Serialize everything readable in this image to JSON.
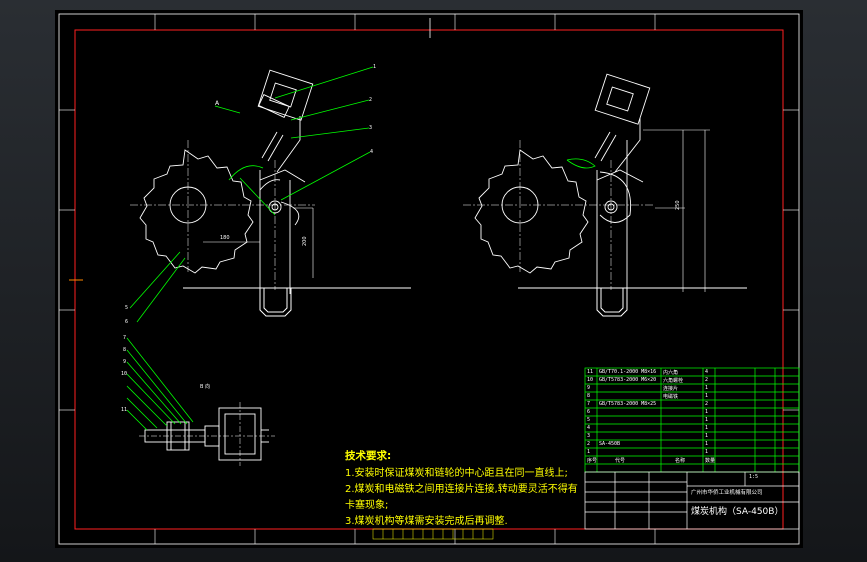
{
  "colors": {
    "background": "#000000",
    "frame": "#ffffff",
    "border_red": "#ff2020",
    "green": "#00ff00",
    "yellow": "#ffff00",
    "dim": "#ffffff"
  },
  "view_labels": {
    "detail_view": "B 向",
    "arrow_label": "A"
  },
  "dimensions": {
    "left_horizontal": "180",
    "left_vertical": "200",
    "right_vertical": "250"
  },
  "technical_notes": {
    "heading": "技术要求:",
    "lines": [
      "1.安装时保证煤炭和链轮的中心距且在同一直线上;",
      "2.煤炭和电磁铁之间用连接片连接,转动要灵活不得有",
      "卡塞现象;",
      "3.煤炭机构等煤需安装完成后再调整."
    ]
  },
  "title_block": {
    "company": "广州市华侨工业机械有限公司",
    "drawing_name": "煤炭机构（SA-450B）",
    "scale": "1:5"
  },
  "parts_list_rows": [
    {
      "no": "11",
      "code": "GB/T70.1-2000 M8×16",
      "name": "内六角",
      "qty": "4"
    },
    {
      "no": "10",
      "code": "GB/T5783-2000 M6×20",
      "name": "六角螺栓",
      "qty": "2"
    },
    {
      "no": "9",
      "code": "",
      "name": "连接片",
      "qty": "1"
    },
    {
      "no": "8",
      "code": "",
      "name": "电磁铁",
      "qty": "1"
    },
    {
      "no": "7",
      "code": "GB/T5783-2000 M8×25",
      "name": "",
      "qty": "2"
    },
    {
      "no": "6",
      "code": "",
      "name": "",
      "qty": "1"
    },
    {
      "no": "5",
      "code": "",
      "name": "",
      "qty": "1"
    },
    {
      "no": "4",
      "code": "",
      "name": "",
      "qty": "1"
    },
    {
      "no": "3",
      "code": "",
      "name": "",
      "qty": "1"
    },
    {
      "no": "2",
      "code": "SA-450B",
      "name": "",
      "qty": "1"
    },
    {
      "no": "1",
      "code": "",
      "name": "",
      "qty": "1"
    }
  ],
  "parts_list_header": {
    "no": "序号",
    "code": "代号",
    "name": "名称",
    "qty": "数量"
  }
}
